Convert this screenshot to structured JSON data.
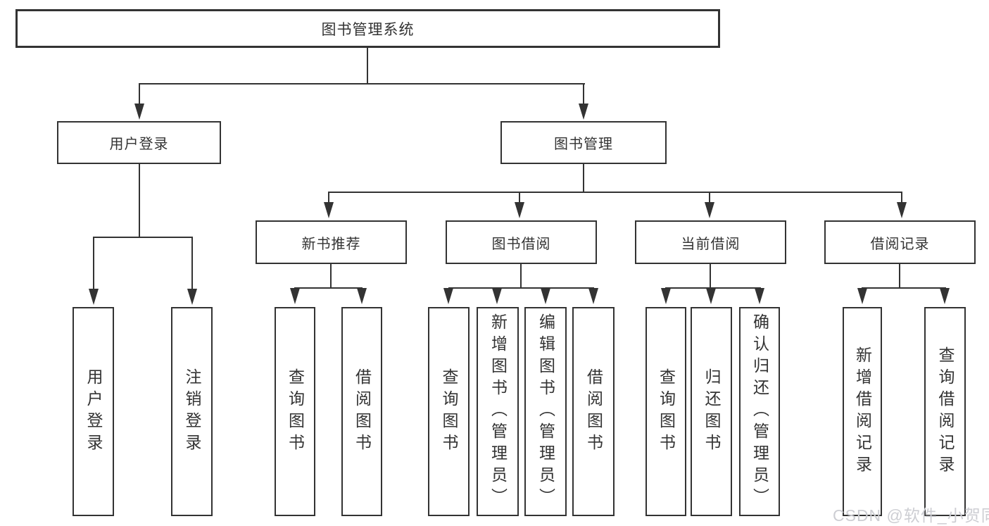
{
  "colors": {
    "line": "#333333",
    "box_border": "#333333",
    "text": "#333333",
    "background": "#ffffff",
    "watermark": "#cdced3"
  },
  "diagram": {
    "root": {
      "label": "图书管理系统"
    },
    "level2": [
      {
        "label": "用户登录"
      },
      {
        "label": "图书管理"
      }
    ],
    "level3": [
      {
        "label": "新书推荐"
      },
      {
        "label": "图书借阅"
      },
      {
        "label": "当前借阅"
      },
      {
        "label": "借阅记录"
      }
    ],
    "leaves": [
      {
        "label": "用户登录"
      },
      {
        "label": "注销登录"
      },
      {
        "label": "查询图书"
      },
      {
        "label": "借阅图书"
      },
      {
        "label": "查询图书"
      },
      {
        "label": "新增图书（管理员）"
      },
      {
        "label": "编辑图书（管理员）"
      },
      {
        "label": "借阅图书"
      },
      {
        "label": "查询图书"
      },
      {
        "label": "归还图书"
      },
      {
        "label": "确认归还（管理员）"
      },
      {
        "label": "新增借阅记录"
      },
      {
        "label": "查询借阅记录"
      }
    ]
  },
  "watermark": {
    "text": "CSDN @软件_小贺同学"
  }
}
